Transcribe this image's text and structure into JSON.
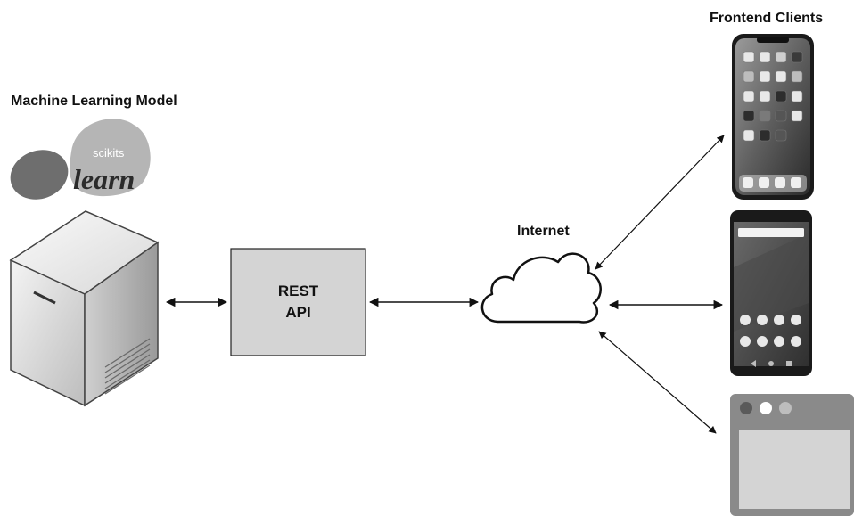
{
  "labels": {
    "model": "Machine Learning Model",
    "frontend": "Frontend Clients",
    "internet": "Internet"
  },
  "rest_api": {
    "line1": "REST",
    "line2": "API"
  },
  "logo": {
    "scikits": "scikits",
    "learn": "learn"
  },
  "colors": {
    "box_fill": "#d4d4d4",
    "phone_body": "#1a1a1a",
    "browser_frame": "#8a8a8a"
  },
  "icons": {
    "server": "server-tower-icon",
    "cloud": "cloud-icon",
    "iphone": "iphone-icon",
    "android": "android-phone-icon",
    "browser": "browser-window-icon"
  }
}
